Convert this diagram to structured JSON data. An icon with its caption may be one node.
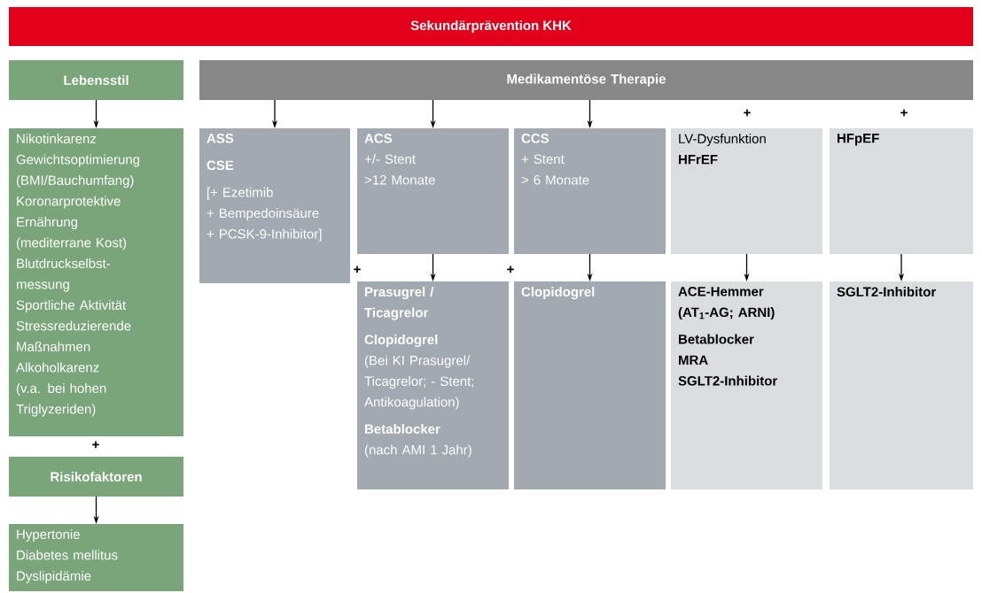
{
  "diagram": {
    "title": "Sekundärprävention KHK",
    "nodes": [
      {
        "text": [
          "Lebensstil"
        ]
      },
      {
        "text": [
          "Nikotinkarenz",
          "Gewichtsoptimierung (BMI/Bauchumfang)",
          "Koronarprotektive Ernährung (mediterrane Kost)",
          "Blutdruckselbst-messung",
          "Sportliche Aktivität",
          "Stressreduzierende Maßnahmen",
          "Alkoholkarenz (v.a. bei hohen Triglyzeriden)"
        ]
      },
      {
        "text": [
          "Risikofaktoren"
        ]
      },
      {
        "text": [
          "Hypertonie",
          "Diabetes mellitus",
          "Dyslipidämie"
        ]
      },
      {
        "text": [
          "Medikamentöse Therapie"
        ]
      },
      {
        "text": [
          "ASS",
          "CSE",
          "[+ Ezetimib",
          "+ Bempedoinsäure",
          "+ PCSK-9-Inhibitor]"
        ]
      },
      {
        "text": [
          "ACS",
          "+/- Stent",
          ">12 Monate"
        ]
      },
      {
        "text": [
          "CCS",
          "+ Stent",
          "> 6 Monate"
        ]
      },
      {
        "text": [
          "LV-Dysfunktion",
          "HFrEF"
        ]
      },
      {
        "text": [
          "HFpEF"
        ]
      },
      {
        "text": [
          "Prasugrel / Ticagrelor",
          "Clopidogrel",
          "(Bei KI Prasugrel/ Ticagrelor; - Stent; Antikoagulation)",
          "Betablocker",
          "(nach AMI 1 Jahr)"
        ]
      },
      {
        "text": [
          "Clopidogrel"
        ]
      },
      {
        "text": [
          "ACE-Hemmer",
          "(AT$_{1}$-AG; ARNI)",
          "Betablocker",
          "MRA",
          "SGLT2-Inhibitor"
        ]
      },
      {
        "text": [
          "SGLT2-Inhibitor"
        ]
      }
    ],
    "edges": [
      {
        "from": 0,
        "to": 1,
        "arrow": "to"
      },
      {
        "from": 2,
        "to": 3,
        "arrow": "to"
      },
      {
        "from": 4,
        "to": 5,
        "arrow": "to"
      },
      {
        "from": 4,
        "to": 6,
        "arrow": "to"
      },
      {
        "from": 4,
        "to": 7,
        "arrow": "to"
      },
      {
        "from": 6,
        "to": 10,
        "arrow": "to"
      },
      {
        "from": 7,
        "to": 11,
        "arrow": "to"
      },
      {
        "from": 8,
        "to": 12,
        "arrow": "to"
      },
      {
        "from": 9,
        "to": 13,
        "arrow": "to"
      }
    ],
    "labels": [
      "+",
      "+",
      "+",
      "+",
      "+"
    ]
  }
}
